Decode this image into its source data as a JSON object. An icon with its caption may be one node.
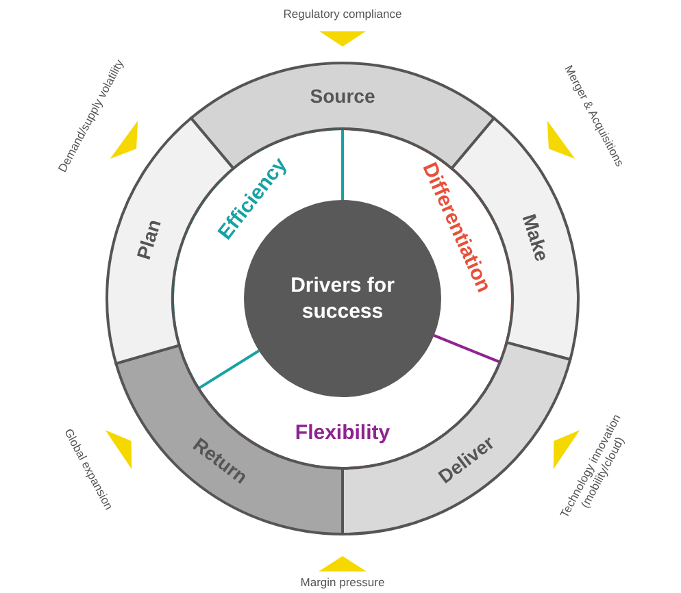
{
  "diagram": {
    "nodes": [
      {
        "text": [
          "Drivers for success"
        ]
      },
      {
        "text": [
          "Efficiency"
        ]
      },
      {
        "text": [
          "Differentiation"
        ]
      },
      {
        "text": [
          "Flexibility"
        ]
      },
      {
        "text": [
          "Source"
        ]
      },
      {
        "text": [
          "Make"
        ]
      },
      {
        "text": [
          "Deliver"
        ]
      },
      {
        "text": [
          "Return"
        ]
      },
      {
        "text": [
          "Plan"
        ]
      }
    ],
    "labels": [
      "Regulatory compliance",
      "Demand/supply volatility",
      "Merger & Acquisitions",
      "Global expansion",
      "Technology innovation (mobility/cloud)",
      "Margin pressure"
    ]
  }
}
